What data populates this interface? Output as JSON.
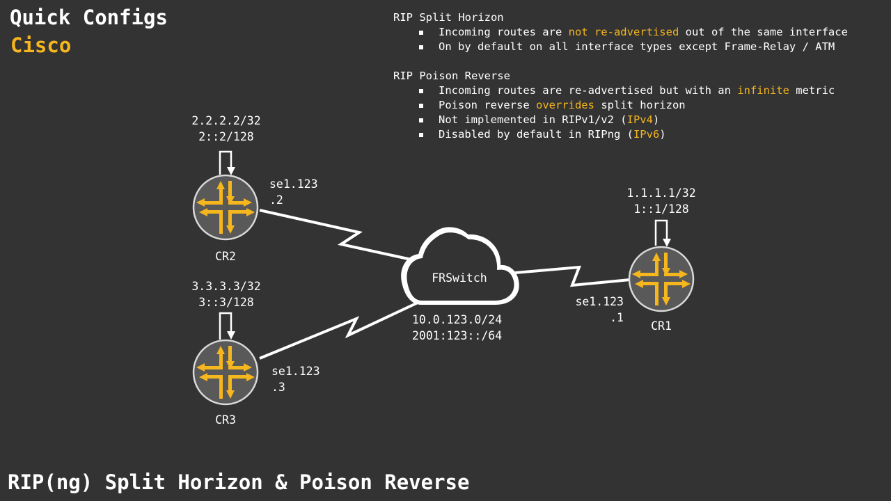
{
  "header": {
    "title": "Quick Configs",
    "vendor": "Cisco"
  },
  "footer": {
    "title": "RIP(ng) Split Horizon & Poison Reverse"
  },
  "notes": [
    {
      "title": "RIP Split Horizon",
      "bullets": [
        [
          {
            "text": "Incoming routes are ",
            "hl": false
          },
          {
            "text": "not re-advertised",
            "hl": true
          },
          {
            "text": " out of the same interface",
            "hl": false
          }
        ],
        [
          {
            "text": "On by default on all interface types except Frame-Relay / ATM",
            "hl": false
          }
        ]
      ]
    },
    {
      "title": "RIP Poison Reverse",
      "bullets": [
        [
          {
            "text": "Incoming routes are re-advertised but with an ",
            "hl": false
          },
          {
            "text": "infinite",
            "hl": true
          },
          {
            "text": " metric",
            "hl": false
          }
        ],
        [
          {
            "text": "Poison reverse ",
            "hl": false
          },
          {
            "text": "overrides",
            "hl": true
          },
          {
            "text": " split horizon",
            "hl": false
          }
        ],
        [
          {
            "text": "Not implemented in RIPv1/v2 (",
            "hl": false
          },
          {
            "text": "IPv4",
            "hl": true
          },
          {
            "text": ")",
            "hl": false
          }
        ],
        [
          {
            "text": "Disabled by default in RIPng (",
            "hl": false
          },
          {
            "text": "IPv6",
            "hl": true
          },
          {
            "text": ")",
            "hl": false
          }
        ]
      ]
    }
  ],
  "routers": {
    "cr2": {
      "name": "CR2",
      "loopback_v4": "2.2.2.2/32",
      "loopback_v6": "2::2/128",
      "interface": "se1.123",
      "host": ".2"
    },
    "cr3": {
      "name": "CR3",
      "loopback_v4": "3.3.3.3/32",
      "loopback_v6": "3::3/128",
      "interface": "se1.123",
      "host": ".3"
    },
    "cr1": {
      "name": "CR1",
      "loopback_v4": "1.1.1.1/32",
      "loopback_v6": "1::1/128",
      "interface": "se1.123",
      "host": ".1"
    }
  },
  "cloud": {
    "label": "FRSwitch",
    "subnet_v4": "10.0.123.0/24",
    "subnet_v6": "2001:123::/64"
  },
  "colors": {
    "background": "#333333",
    "accent": "#f5b61e",
    "router_fill": "#595959",
    "text": "#ffffff"
  }
}
